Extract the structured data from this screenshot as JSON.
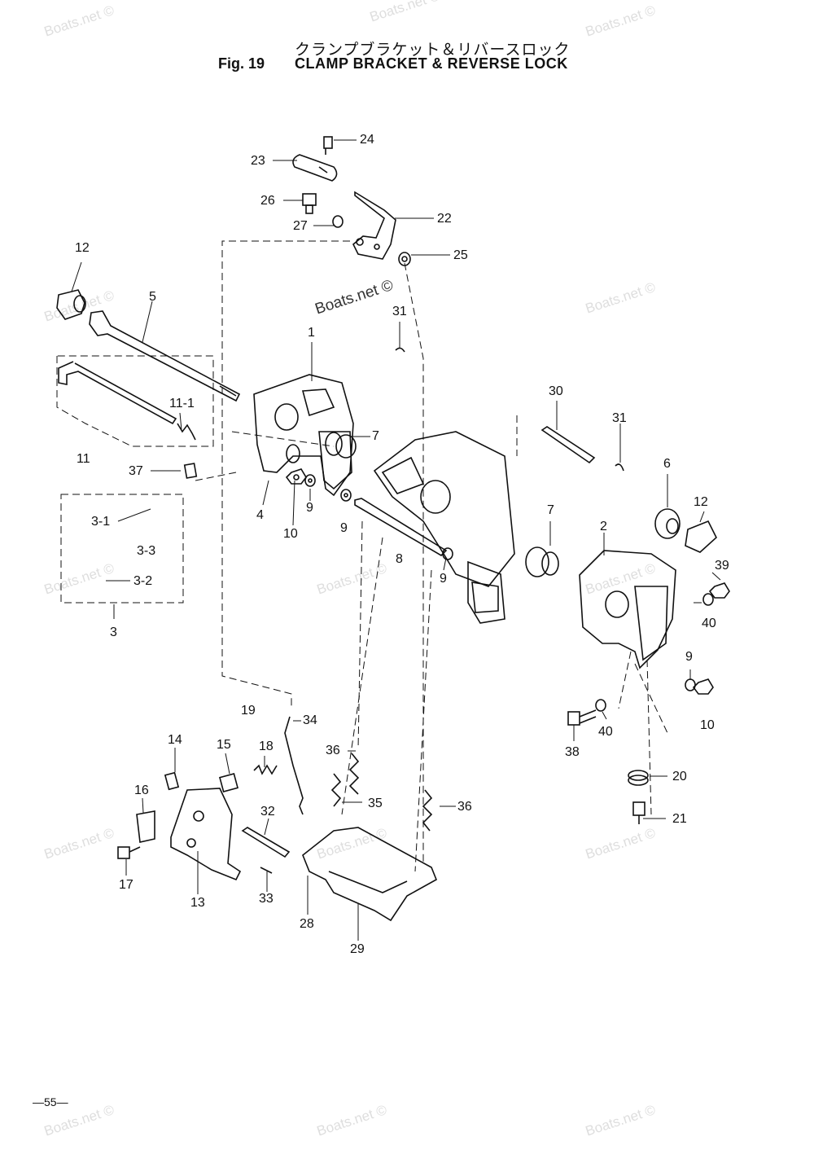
{
  "header": {
    "title_jp": "クランプブラケット＆リバースロック",
    "fig_no": "Fig. 19",
    "title_en": "CLAMP BRACKET & REVERSE LOCK"
  },
  "watermark": "Boats.net ©",
  "page_number": "—55—",
  "callouts": [
    {
      "id": "c24",
      "text": "24"
    },
    {
      "id": "c23",
      "text": "23"
    },
    {
      "id": "c26",
      "text": "26"
    },
    {
      "id": "c22",
      "text": "22"
    },
    {
      "id": "c27",
      "text": "27"
    },
    {
      "id": "c25",
      "text": "25"
    },
    {
      "id": "c12a",
      "text": "12"
    },
    {
      "id": "c5",
      "text": "5"
    },
    {
      "id": "c31a",
      "text": "31"
    },
    {
      "id": "c1",
      "text": "1"
    },
    {
      "id": "c11-1",
      "text": "11-1"
    },
    {
      "id": "c7a",
      "text": "7"
    },
    {
      "id": "c30",
      "text": "30"
    },
    {
      "id": "c31b",
      "text": "31"
    },
    {
      "id": "c11",
      "text": "11"
    },
    {
      "id": "c37",
      "text": "37"
    },
    {
      "id": "c6",
      "text": "6"
    },
    {
      "id": "c12b",
      "text": "12"
    },
    {
      "id": "c4",
      "text": "4"
    },
    {
      "id": "c9a",
      "text": "9"
    },
    {
      "id": "c10a",
      "text": "10"
    },
    {
      "id": "c9b",
      "text": "9"
    },
    {
      "id": "c7b",
      "text": "7"
    },
    {
      "id": "c2",
      "text": "2"
    },
    {
      "id": "c3-1",
      "text": "3-1"
    },
    {
      "id": "c3-3",
      "text": "3-3"
    },
    {
      "id": "c8",
      "text": "8"
    },
    {
      "id": "c9c",
      "text": "9"
    },
    {
      "id": "c39",
      "text": "39"
    },
    {
      "id": "c3-2",
      "text": "3-2"
    },
    {
      "id": "c40a",
      "text": "40"
    },
    {
      "id": "c3",
      "text": "3"
    },
    {
      "id": "c9d",
      "text": "9"
    },
    {
      "id": "c10b",
      "text": "10"
    },
    {
      "id": "c19",
      "text": "19"
    },
    {
      "id": "c34",
      "text": "34"
    },
    {
      "id": "c40b",
      "text": "40"
    },
    {
      "id": "c14",
      "text": "14"
    },
    {
      "id": "c15",
      "text": "15"
    },
    {
      "id": "c18",
      "text": "18"
    },
    {
      "id": "c36a",
      "text": "36"
    },
    {
      "id": "c38",
      "text": "38"
    },
    {
      "id": "c20",
      "text": "20"
    },
    {
      "id": "c16",
      "text": "16"
    },
    {
      "id": "c32",
      "text": "32"
    },
    {
      "id": "c35",
      "text": "35"
    },
    {
      "id": "c36b",
      "text": "36"
    },
    {
      "id": "c21",
      "text": "21"
    },
    {
      "id": "c17",
      "text": "17"
    },
    {
      "id": "c13",
      "text": "13"
    },
    {
      "id": "c33",
      "text": "33"
    },
    {
      "id": "c28",
      "text": "28"
    },
    {
      "id": "c29",
      "text": "29"
    }
  ]
}
